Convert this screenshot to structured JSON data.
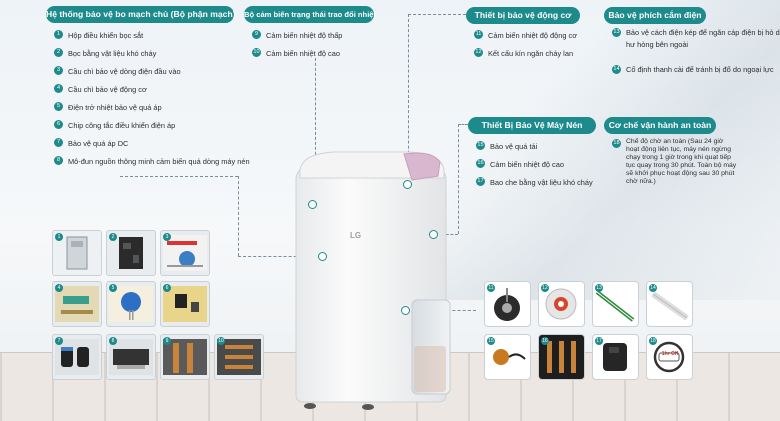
{
  "panels": {
    "main_board": {
      "title": "Hệ thống bảo vệ bo mạch chủ (Bộ phận mạch)",
      "items": [
        {
          "num": "1",
          "text": "Hộp điều khiển bọc sắt"
        },
        {
          "num": "2",
          "text": "Bọc bằng vật liệu khó cháy"
        },
        {
          "num": "3",
          "text": "Cầu chì bảo vệ dòng điện đầu vào"
        },
        {
          "num": "4",
          "text": "Cầu chì bảo vệ động cơ"
        },
        {
          "num": "5",
          "text": "Điện trở nhiệt bảo vệ quá áp"
        },
        {
          "num": "6",
          "text": "Chip công tắc điều khiển điện áp"
        },
        {
          "num": "7",
          "text": "Bảo vệ quá áp DC"
        },
        {
          "num": "8",
          "text": "Mô-đun nguồn thông minh cảm biến quá dòng máy nén"
        }
      ]
    },
    "heat_sensor": {
      "title": "Bộ cảm biến trạng thái trao đổi nhiệt",
      "items": [
        {
          "num": "9",
          "text": "Cảm biến nhiệt độ thấp"
        },
        {
          "num": "10",
          "text": "Cảm biến nhiệt độ cao"
        }
      ]
    },
    "motor": {
      "title": "Thiết bị bảo vệ động cơ",
      "items": [
        {
          "num": "11",
          "text": "Cảm biến nhiệt độ động cơ"
        },
        {
          "num": "12",
          "text": "Kết cấu kín ngăn cháy lan"
        }
      ]
    },
    "plug": {
      "title": "Bảo vệ phích cắm điện",
      "items": [
        {
          "num": "13",
          "text": "Bảo vệ cách điện kép để ngăn cáp điện bị hỏ do hư hỏng bên ngoài"
        },
        {
          "num": "14",
          "text": "Cố định thanh cài để tránh bị đổ do ngoại lực"
        }
      ]
    },
    "compressor": {
      "title": "Thiết Bị Bảo Vệ Máy Nén",
      "items": [
        {
          "num": "15",
          "text": "Bảo vệ quá tải"
        },
        {
          "num": "16",
          "text": "Cảm biến nhiệt độ cao"
        },
        {
          "num": "17",
          "text": "Bao che bằng vật liệu khó cháy"
        }
      ]
    },
    "safety": {
      "title": "Cơ chế vận hành an toàn",
      "items": [
        {
          "num": "18",
          "text": "Chế độ chờ an toàn (Sau 24 giờ hoạt động liên tục, máy nén ngừng chạy trong 1 giờ trong khi quạt tiếp tục quay trong 30 phút. Toàn bộ máy sẽ khởi phục hoạt động sau 30 phút chờ nữa.)"
        }
      ]
    }
  },
  "device": {
    "brand": "LG"
  },
  "left_tiles": [
    "1",
    "2",
    "3",
    "4",
    "5",
    "6",
    "7",
    "8",
    "9",
    "10"
  ],
  "right_tiles": [
    "11",
    "12",
    "13",
    "14",
    "15",
    "16",
    "17",
    "18"
  ],
  "sticker_text": "1hr Off",
  "colors": {
    "accent": "#1d8a8c",
    "text": "#2e2e2e",
    "line": "#7a8d98"
  }
}
